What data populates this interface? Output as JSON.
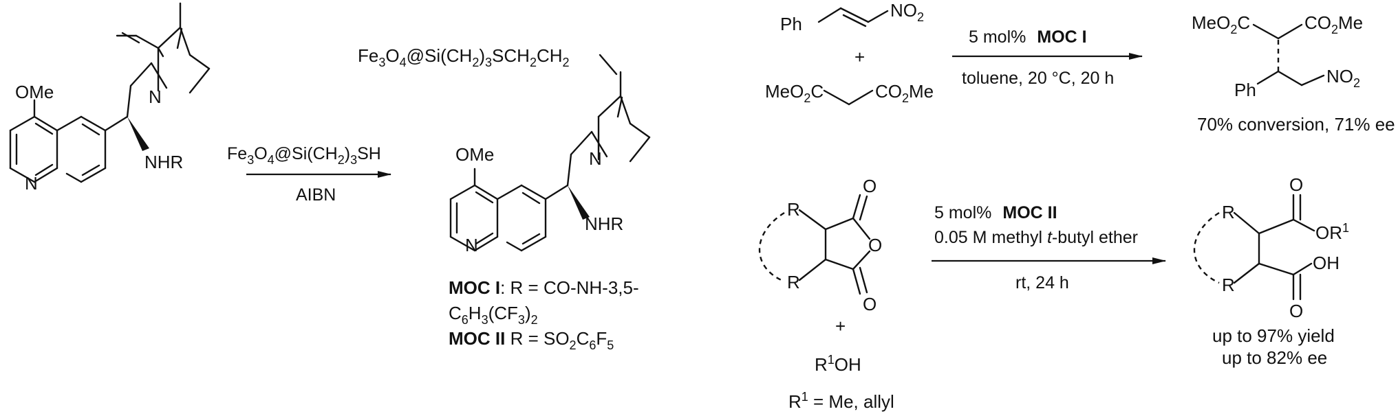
{
  "reaction1": {
    "reagent": "Fe3O4@Si(CH2)3SH",
    "reagent_parts": [
      "Fe",
      "3",
      "O",
      "4",
      "@Si(CH",
      "2",
      ")",
      "3",
      "SH"
    ],
    "initiator": "AIBN"
  },
  "cinchona_amine": {
    "methoxy": "OMe",
    "nitrogen": "N",
    "quinuclidine_n": "N",
    "amine": "NHR"
  },
  "catalyst": {
    "linker": "Fe3O4@Si(CH2)3SCH2CH2",
    "linker_parts": [
      "Fe",
      "3",
      "O",
      "4",
      "@Si(CH",
      "2",
      ")",
      "3",
      "SCH",
      "2",
      "CH",
      "2"
    ],
    "methoxy": "OMe",
    "nitrogen": "N",
    "quinuclidine_n": "N",
    "amine": "NHR",
    "moc1_name": "MOC I",
    "moc1_def_line1": ": R = CO-NH-3,5-",
    "moc1_def_line2_parts": [
      "C",
      "6",
      "H",
      "3",
      "(CF",
      "3",
      ")",
      "2"
    ],
    "moc2_name": "MOC II",
    "moc2_def_parts": [
      " R = SO",
      "2",
      "C",
      "6",
      "F",
      "5"
    ]
  },
  "michael": {
    "phenyl": "Ph",
    "nitro": "NO2",
    "plus": "+",
    "malonate_left": "MeO2C",
    "malonate_right": "CO2Me",
    "catalyst_loading": "5 mol%",
    "catalyst_name": "MOC I",
    "conditions": "toluene, 20 °C, 20 h",
    "product_left": "MeO2C",
    "product_right": "CO2Me",
    "product_phenyl": "Ph",
    "product_nitro": "NO2",
    "result": "70% conversion, 71% ee"
  },
  "desymmetrization": {
    "r_top": "R",
    "r_bottom": "R",
    "o_top": "O",
    "o_ring": "O",
    "o_bottom": "O",
    "plus": "+",
    "alcohol": "R1OH",
    "alcohol_parts": [
      "R",
      "1",
      "OH"
    ],
    "alcohol_def": "R1 = Me, allyl",
    "alcohol_def_parts": [
      "R",
      "1",
      " = Me, allyl"
    ],
    "catalyst_loading": "5 mol%",
    "catalyst_name": "MOC II",
    "conditions_line2": "0.05 M methyl t-butyl ether",
    "conditions_line2_parts": [
      "0.05 M methyl ",
      "t",
      "-butyl ether"
    ],
    "conditions_line3": "rt, 24 h",
    "product_o_top": "O",
    "product_ester": "OR1",
    "product_ester_parts": [
      "OR",
      "1"
    ],
    "product_oh": "OH",
    "product_o_bottom": "O",
    "product_r_top": "R",
    "product_r_bottom": "R",
    "yield": "up to 97% yield",
    "ee": "up to 82% ee"
  }
}
